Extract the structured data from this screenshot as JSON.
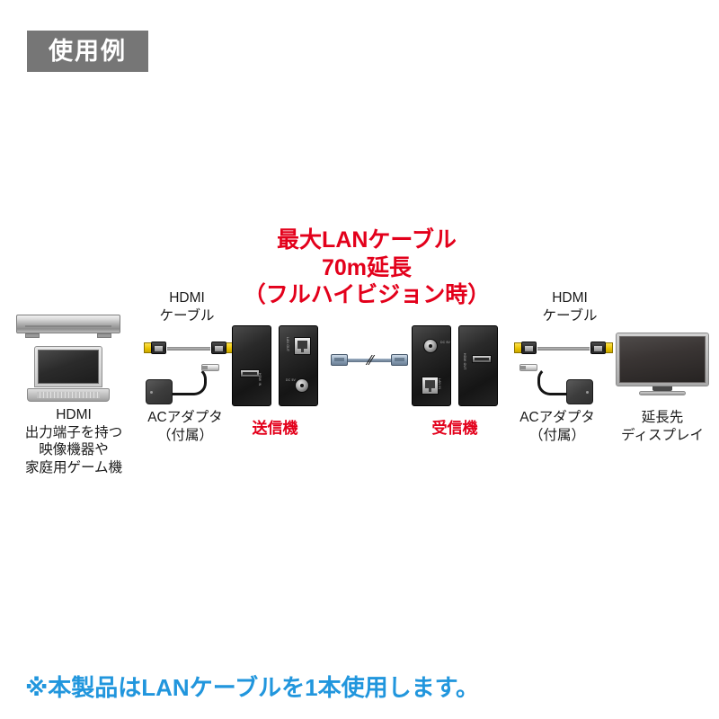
{
  "header": {
    "badge_label": "使用例"
  },
  "headline": {
    "line1": "最大LANケーブル",
    "line2": "70m延長",
    "line3": "（フルハイビジョン時）",
    "color": "#e3001b"
  },
  "footnote": {
    "text": "※本製品はLANケーブルを1本使用します。",
    "color": "#2196dd"
  },
  "labels": {
    "source_device": "HDMI\n出力端子を持つ\n映像機器や\n家庭用ゲーム機",
    "hdmi_cable_left": "HDMI\nケーブル",
    "hdmi_cable_right": "HDMI\nケーブル",
    "ac_adapter_left": "ACアダプタ\n（付属）",
    "ac_adapter_right": "ACアダプタ\n（付属）",
    "transmitter": "送信機",
    "receiver": "受信機",
    "display": "延長先\nディスプレイ"
  },
  "ports": {
    "transmitter_hdmi_tag": "HDMI IN",
    "transmitter_lan_tag": "LAN OUT",
    "transmitter_dc_tag": "DC 5V",
    "receiver_hdmi_tag": "HDMI OUT",
    "receiver_lan_tag": "LAN IN",
    "receiver_dc_tag": "DC 5V"
  },
  "lan_cable": {
    "break_symbol": "⁄⁄"
  },
  "colors": {
    "badge_bg": "#767676",
    "accent_red": "#e3001b",
    "accent_blue": "#2196dd",
    "device_black": "#1a1a1a",
    "hdmi_gold": "#e8c200",
    "lan_blue": "#8ca2b8"
  }
}
